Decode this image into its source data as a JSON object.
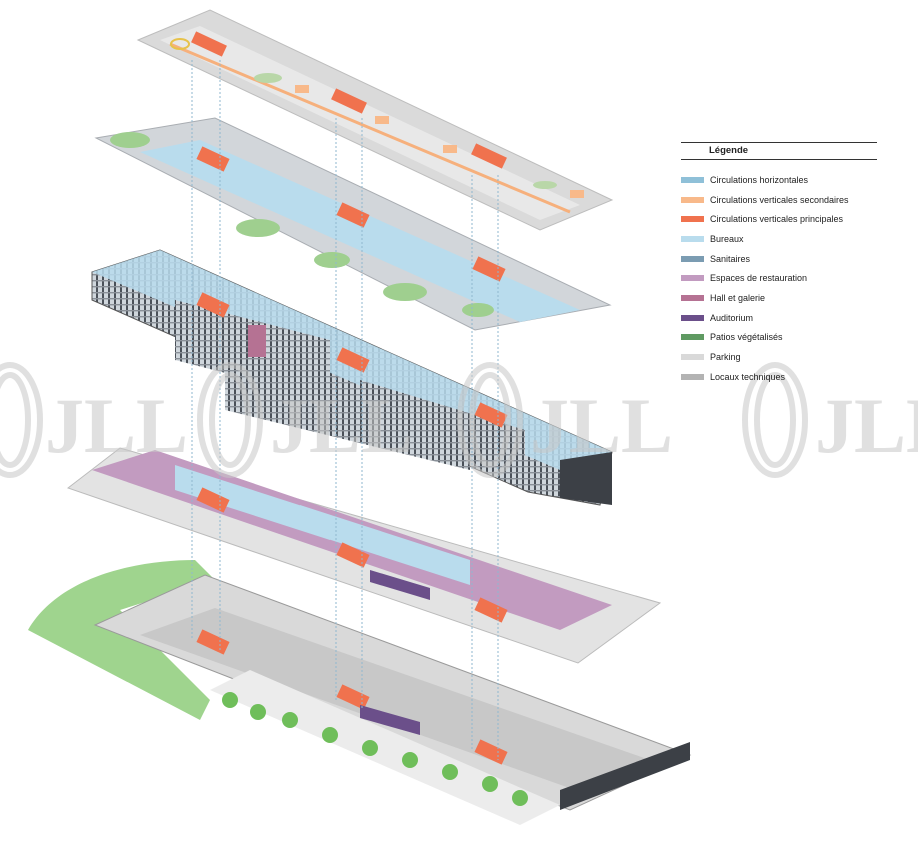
{
  "legend": {
    "title": "Légende",
    "items": [
      {
        "label": "Circulations horizontales",
        "color": "#8fc0d8"
      },
      {
        "label": "Circulations verticales secondaires",
        "color": "#f8b98a"
      },
      {
        "label": "Circulations verticales principales",
        "color": "#f0724e"
      },
      {
        "label": "Bureaux",
        "color": "#b9dced"
      },
      {
        "label": "Sanitaires",
        "color": "#7b9cb2"
      },
      {
        "label": "Espaces de restauration",
        "color": "#c29bc0"
      },
      {
        "label": "Hall et galerie",
        "color": "#b57293"
      },
      {
        "label": "Auditorium",
        "color": "#6b4f8a"
      },
      {
        "label": "Patios végétalisés",
        "color": "#5f9a62"
      },
      {
        "label": "Parking",
        "color": "#d9d9d9"
      },
      {
        "label": "Locaux techniques",
        "color": "#b3b3b3"
      }
    ]
  },
  "watermark": {
    "text": "JLL",
    "color": "#c8c8c8"
  }
}
